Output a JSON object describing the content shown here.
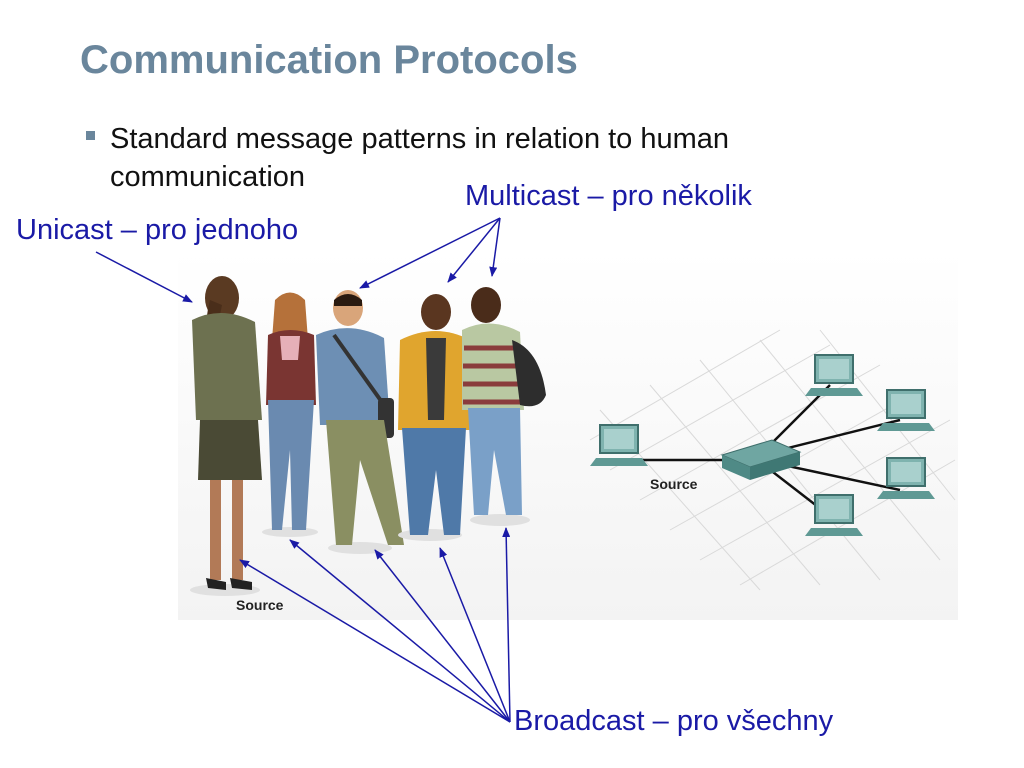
{
  "slide": {
    "title": "Communication Protocols",
    "bullet": "Standard message patterns in relation to human communication"
  },
  "labels": {
    "unicast": "Unicast – pro jednoho",
    "multicast": "Multicast – pro několik",
    "broadcast": "Broadcast – pro všechny"
  },
  "figures": {
    "people_source_label": "Source",
    "network_source_label": "Source"
  },
  "colors": {
    "title": "#6a869c",
    "label": "#1a1aa6",
    "arrow": "#1a1aa6",
    "computer": "#4f8f8c"
  }
}
